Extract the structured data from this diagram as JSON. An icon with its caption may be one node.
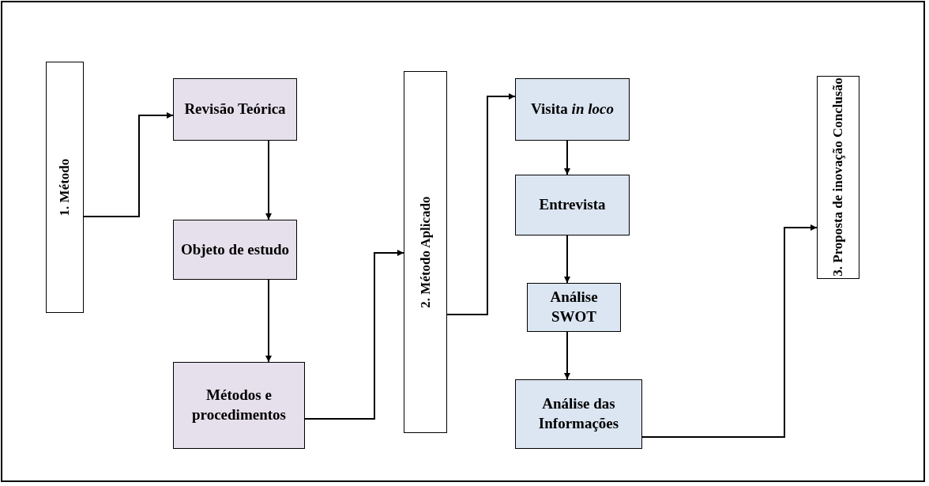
{
  "diagram": {
    "nodes": [
      {
        "text": [
          "1. Método"
        ]
      },
      {
        "text": [
          "Revisão Teórica"
        ]
      },
      {
        "text": [
          "Objeto de estudo"
        ]
      },
      {
        "text": [
          "Métodos e procedimentos"
        ]
      },
      {
        "text": [
          "2. Método Aplicado"
        ]
      },
      {
        "text": [
          "Visita *in loco*"
        ]
      },
      {
        "text": [
          "Entrevista"
        ]
      },
      {
        "text": [
          "Análise SWOT"
        ]
      },
      {
        "text": [
          "Análise das Informações"
        ]
      },
      {
        "text": [
          "3. Proposta de inovação Conclusão"
        ]
      }
    ],
    "edges": [
      {
        "from": 0,
        "to": 1,
        "arrow": "to"
      },
      {
        "from": 1,
        "to": 2,
        "arrow": "to"
      },
      {
        "from": 2,
        "to": 3,
        "arrow": "to"
      },
      {
        "from": 3,
        "to": 4,
        "arrow": "to"
      },
      {
        "from": 4,
        "to": 5,
        "arrow": "to"
      },
      {
        "from": 5,
        "to": 6,
        "arrow": "to"
      },
      {
        "from": 6,
        "to": 7,
        "arrow": "to"
      },
      {
        "from": 7,
        "to": 8,
        "arrow": "to"
      },
      {
        "from": 8,
        "to": 9,
        "arrow": "to"
      }
    ]
  }
}
